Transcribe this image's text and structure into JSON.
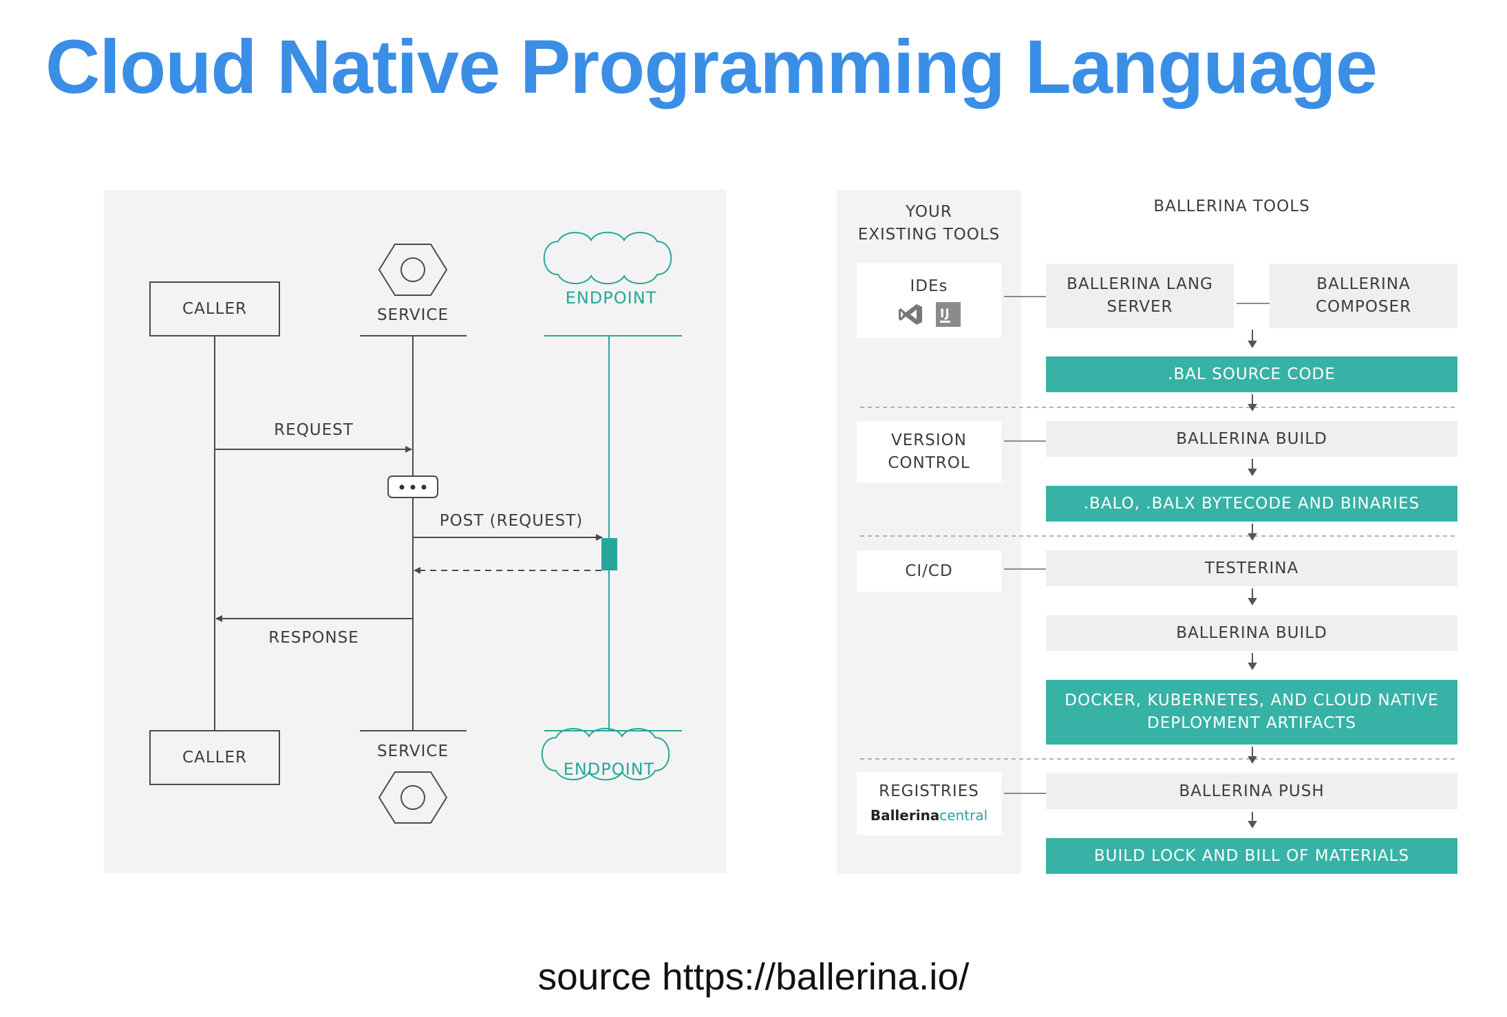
{
  "title": "Cloud Native Programming Language",
  "source": "source https://ballerina.io/",
  "colors": {
    "title": "#3a8ee6",
    "teal": "#37b2a6",
    "panel": "#f2f3f2"
  },
  "sequence": {
    "caller_top": "CALLER",
    "service_top": "SERVICE",
    "endpoint_top": "ENDPOINT",
    "request": "REQUEST",
    "post_request": "POST (REQUEST)",
    "response": "RESPONSE",
    "caller_bottom": "CALLER",
    "service_bottom": "SERVICE",
    "endpoint_bottom": "ENDPOINT",
    "service_icon": "hexagon-service-icon",
    "endpoint_icon": "cloud-endpoint-icon",
    "processing_icon": "ellipsis-icon"
  },
  "tools": {
    "header_existing": [
      "YOUR",
      "EXISTING TOOLS"
    ],
    "header_ballerina": "BALLERINA TOOLS",
    "ides": {
      "label": "IDEs",
      "icons": [
        "vscode-icon",
        "intellij-icon"
      ],
      "intellij_text": "IJ"
    },
    "version_control": [
      "VERSION",
      "CONTROL"
    ],
    "cicd": "CI/CD",
    "registries": {
      "label": "REGISTRIES",
      "brand_part1": "Ballerina",
      "brand_part2": "central"
    },
    "lang_server": [
      "BALLERINA LANG",
      "SERVER"
    ],
    "composer": [
      "BALLERINA",
      "COMPOSER"
    ],
    "bal_source": ".BAL SOURCE CODE",
    "build1": "BALLERINA BUILD",
    "balo": ".BALO, .BALX BYTECODE AND BINARIES",
    "testerina": "TESTERINA",
    "build2": "BALLERINA BUILD",
    "docker": [
      "DOCKER, KUBERNETES, AND CLOUD NATIVE",
      "DEPLOYMENT ARTIFACTS"
    ],
    "push": "BALLERINA PUSH",
    "build_lock": "BUILD LOCK AND BILL OF MATERIALS"
  }
}
